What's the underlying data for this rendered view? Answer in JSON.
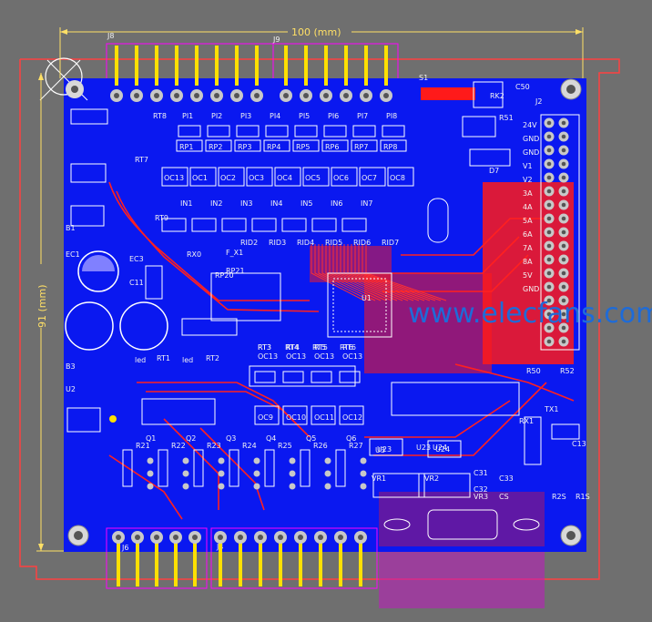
{
  "dimensions": {
    "width_text": "100 (mm)",
    "height_text": "91 (mm)"
  },
  "watermark": "www.elecfans.com",
  "colors": {
    "background": "#6f6f6f",
    "board": "#0a18f0",
    "top_copper": "#ff1a1a",
    "silkscreen": "#f2f2f2",
    "dimension": "#ffe066",
    "outline": "#ff4040",
    "keepout": "#ff00ff",
    "pad": "#c8c8c8"
  },
  "connectors": {
    "top_left": "J8",
    "top_right": "J9",
    "bottom_left": "J6",
    "bottom_right": "J4",
    "side": "J2"
  },
  "top_labels": [
    "RT8",
    "PI1",
    "PI2",
    "PI3",
    "PI4",
    "PI5",
    "PI6",
    "PI7",
    "PI8"
  ],
  "optocouplers_row1": [
    "OC13",
    "OC1",
    "OC2",
    "OC3",
    "OC4",
    "OC5",
    "OC6",
    "OC7",
    "OC8"
  ],
  "rp_row": [
    "RP1",
    "RP2",
    "RP3",
    "RP4",
    "RP5",
    "RP6",
    "RP7",
    "RP8"
  ],
  "in_row": [
    "IN1",
    "IN2",
    "IN3",
    "IN4",
    "IN5",
    "IN6",
    "IN7"
  ],
  "rid_row": [
    "RID2",
    "RID3",
    "RID4",
    "RID5",
    "RID6",
    "RID7"
  ],
  "misc_labels": [
    "RT7",
    "RX0",
    "F_X1",
    "RP20",
    "RP21",
    "U1",
    "U2",
    "U3",
    "U23",
    "U24",
    "B1",
    "B3",
    "EC1",
    "EC3",
    "C11",
    "C13",
    "C31",
    "C32",
    "C33",
    "C50",
    "R51",
    "R50",
    "R52",
    "RK2",
    "RT1",
    "RT2",
    "RT9",
    "led",
    "led",
    "S1",
    "RT3",
    "RT4",
    "RT5",
    "RT6",
    "D7"
  ],
  "oc_row2_top": [
    "RT3",
    "RT4",
    "RT5",
    "RT6"
  ],
  "oc_row2_sub": [
    "OC13",
    "OC13",
    "OC13",
    "OC13"
  ],
  "oc_row3": [
    "OC9",
    "OC10",
    "OC11",
    "OC12"
  ],
  "q_row": [
    "Q1",
    "Q2",
    "Q3",
    "Q4",
    "Q5",
    "Q6"
  ],
  "r_row": [
    "R21",
    "R22",
    "R23",
    "R24",
    "R25",
    "R26",
    "R27"
  ],
  "side_pin_labels": [
    "24V",
    "GND",
    "GND",
    "V1",
    "V2",
    "3A",
    "4A",
    "5A",
    "6A",
    "7A",
    "8A",
    "5V",
    "GND"
  ],
  "bottom_labels": [
    "VR1",
    "VR2",
    "U23",
    "U24",
    "TX1",
    "RX1",
    "R2S",
    "R1S",
    "CS",
    "VR3"
  ]
}
